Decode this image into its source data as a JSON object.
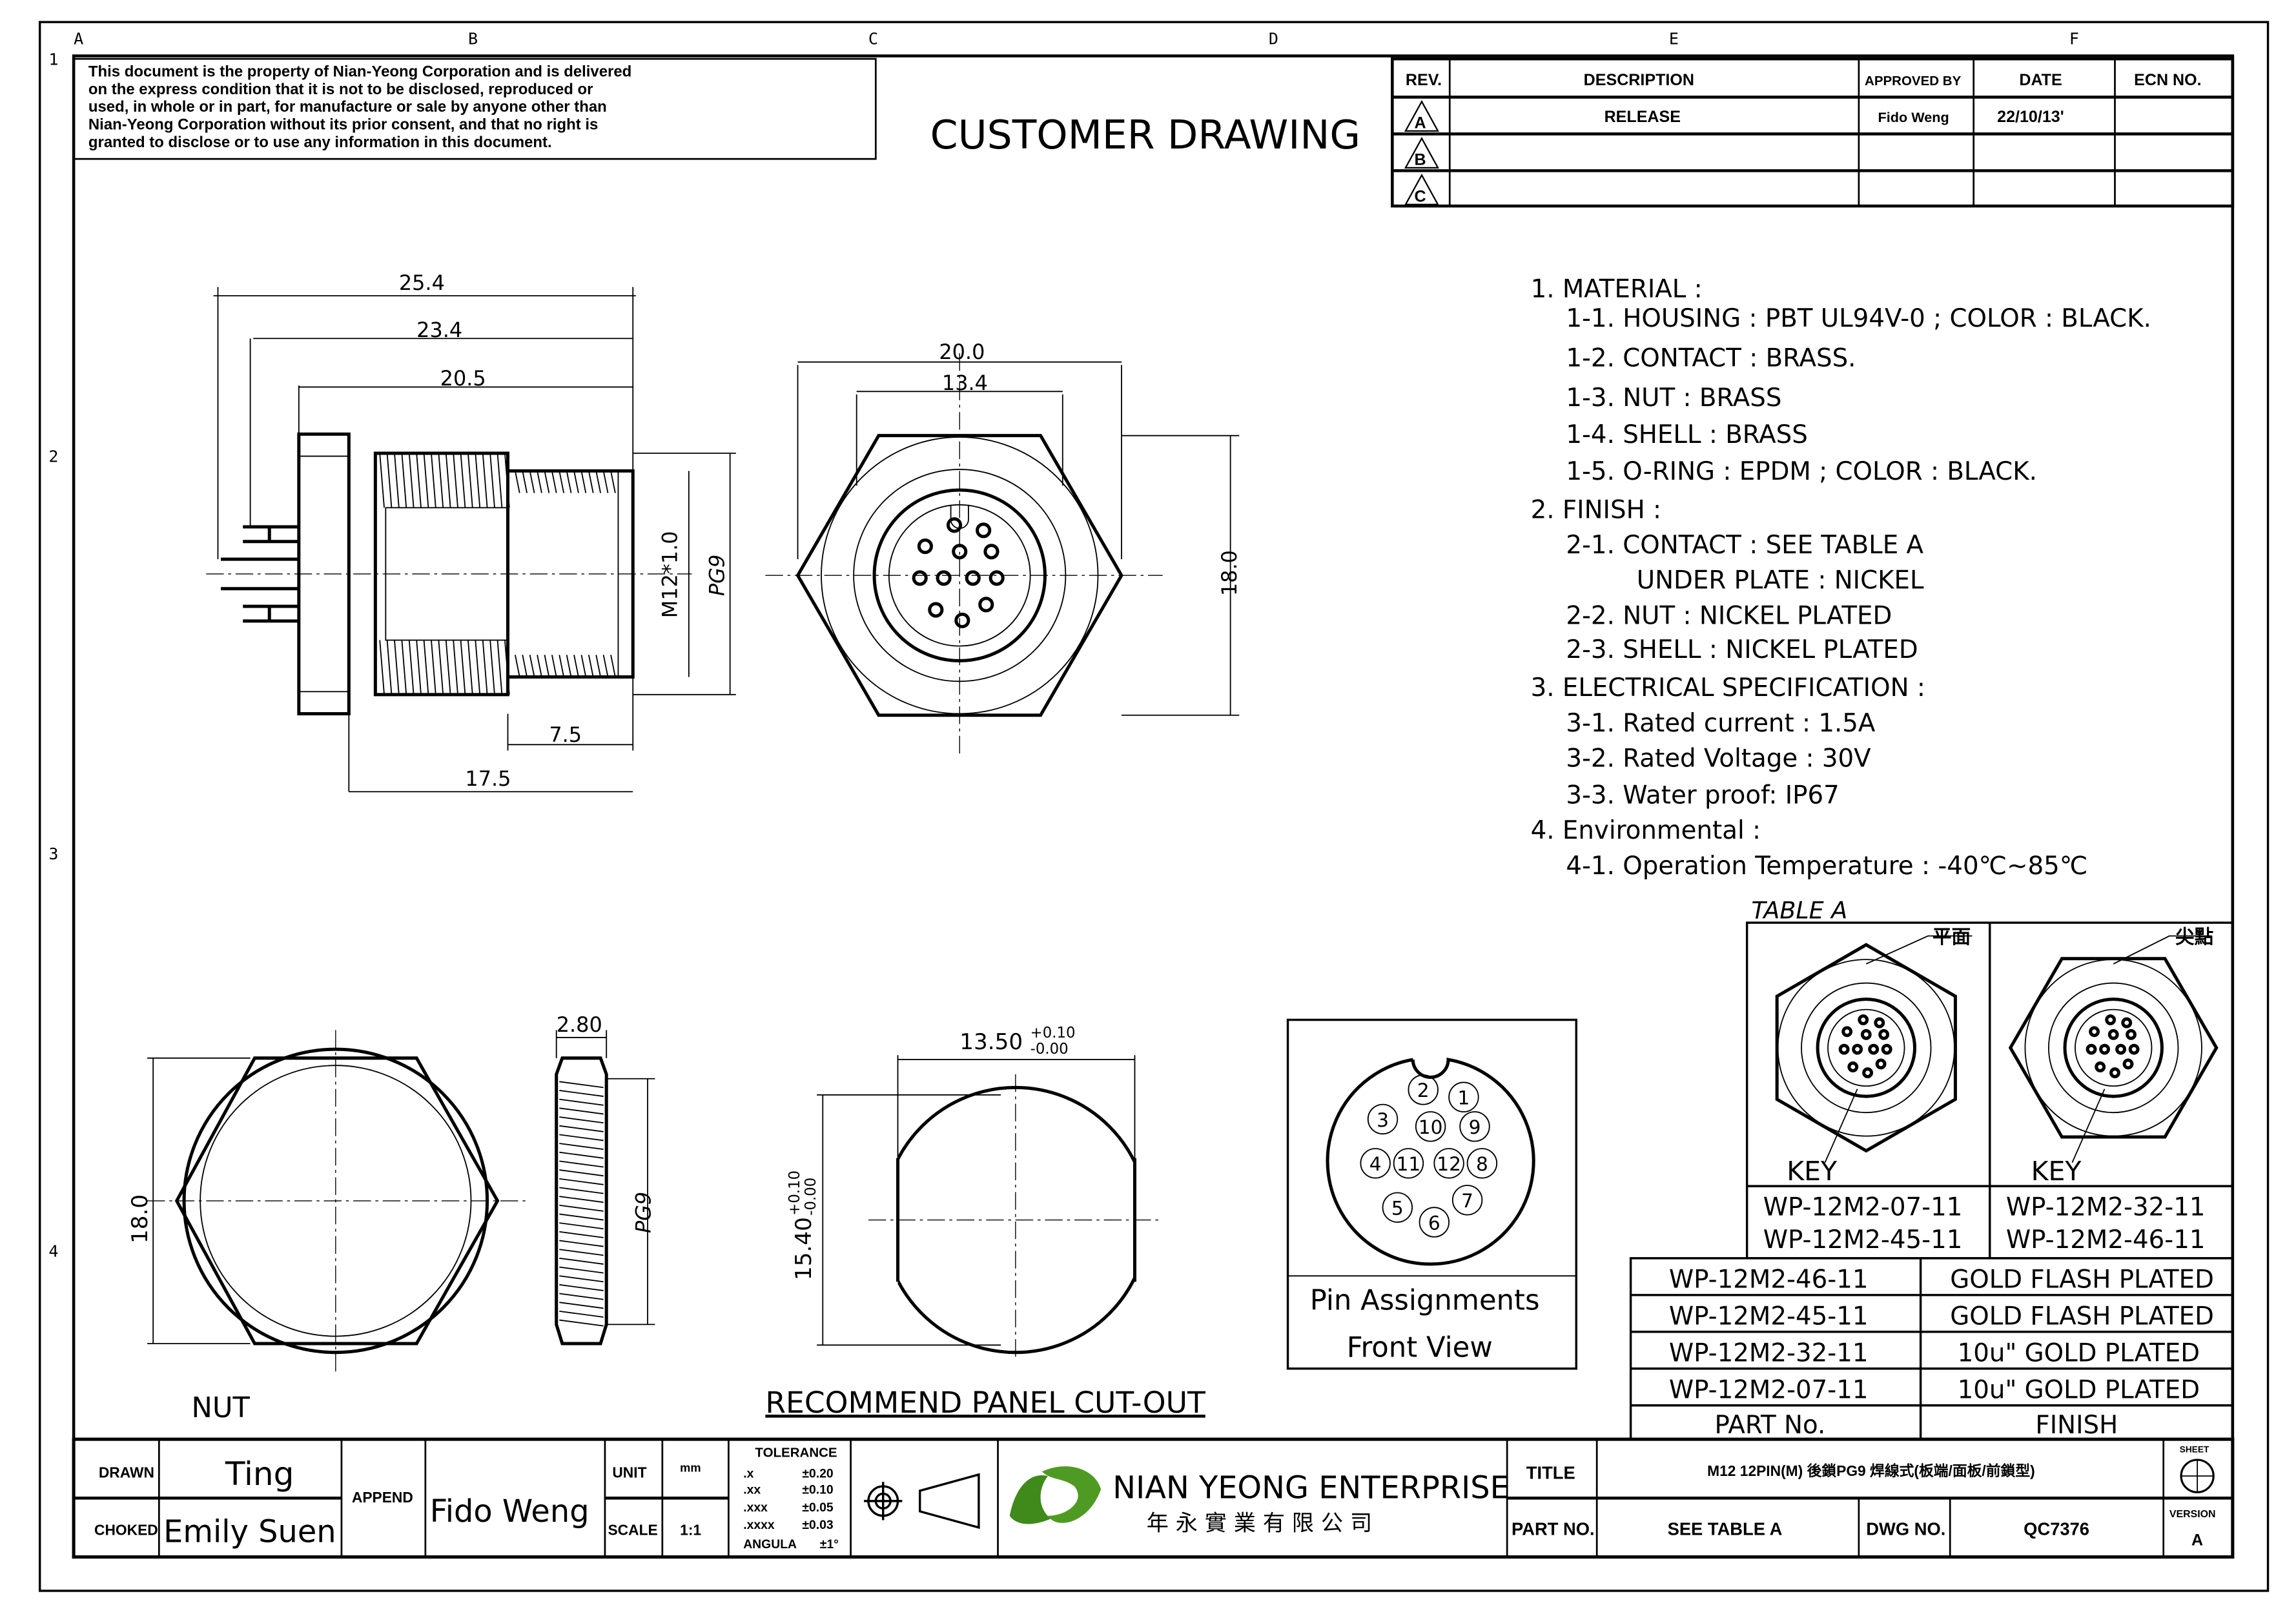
{
  "grid": {
    "cols": [
      "A",
      "B",
      "C",
      "D",
      "E",
      "F"
    ],
    "rows": [
      "1",
      "2",
      "3",
      "4"
    ]
  },
  "notice": [
    "This document is the property of Nian-Yeong Corporation and is delivered",
    "on  the  express condition that it is not to be disclosed, reproduced or",
    "used, in whole or in part, for manufacture or sale by anyone other than",
    "Nian-Yeong Corporation without  its prior consent, and that  no right  is",
    "granted to disclose or to use any information in this  document."
  ],
  "heading": "CUSTOMER  DRAWING",
  "revisions": {
    "headers": [
      "REV.",
      "DESCRIPTION",
      "APPROVED BY",
      "DATE",
      "ECN NO."
    ],
    "rows": [
      {
        "rev": "A",
        "description": "RELEASE",
        "approved": "Fido Weng",
        "date": "22/10/13'",
        "ecn": ""
      },
      {
        "rev": "B",
        "description": "",
        "approved": "",
        "date": "",
        "ecn": ""
      },
      {
        "rev": "C",
        "description": "",
        "approved": "",
        "date": "",
        "ecn": ""
      }
    ]
  },
  "notes": [
    "1. MATERIAL :",
    "1-1. HOUSING : PBT UL94V-0 ; COLOR : BLACK.",
    "1-2. CONTACT : BRASS.",
    "1-3. NUT : BRASS",
    "1-4. SHELL : BRASS",
    "1-5. O-RING : EPDM ; COLOR : BLACK.",
    "2. FINISH :",
    "2-1. CONTACT : SEE TABLE A",
    "UNDER PLATE : NICKEL",
    "2-2. NUT : NICKEL PLATED",
    "2-3. SHELL : NICKEL PLATED",
    "3. ELECTRICAL SPECIFICATION :",
    "3-1. Rated current : 1.5A",
    "3-2. Rated Voltage : 30V",
    "3-3. Water proof: IP67",
    "4. Environmental :",
    "4-1. Operation Temperature : -40℃~85℃"
  ],
  "table_a": {
    "label": "TABLE A",
    "left": {
      "callout": "平面",
      "key": "KEY",
      "parts": [
        "WP-12M2-07-11",
        "WP-12M2-45-11"
      ]
    },
    "right": {
      "callout": "尖點",
      "key": "KEY",
      "parts": [
        "WP-12M2-32-11",
        "WP-12M2-46-11"
      ]
    }
  },
  "part_table": {
    "rows": [
      {
        "part": "WP-12M2-46-11",
        "finish": "GOLD FLASH PLATED"
      },
      {
        "part": "WP-12M2-45-11",
        "finish": "GOLD FLASH PLATED"
      },
      {
        "part": "WP-12M2-32-11",
        "finish": "10u\" GOLD PLATED"
      },
      {
        "part": "WP-12M2-07-11",
        "finish": "10u\" GOLD PLATED"
      }
    ],
    "headers": [
      "PART No.",
      "FINISH"
    ]
  },
  "dims": {
    "side": {
      "d1": "25.4",
      "d2": "23.4",
      "d3": "20.5",
      "thread": "M12*1.0",
      "pg": "PG9",
      "d4": "7.5",
      "d5": "17.5"
    },
    "front": {
      "w1": "20.0",
      "w2": "13.4",
      "h": "18.0"
    },
    "nut": {
      "h": "18.0",
      "t": "2.80",
      "pg": "PG9",
      "label": "NUT"
    },
    "cutout": {
      "w": "13.50",
      "w_tol_plus": "+0.10",
      "w_tol_minus": "-0.00",
      "h": "15.40",
      "h_tol_plus": "+0.10",
      "h_tol_minus": "-0.00",
      "label": "RECOMMEND  PANEL  CUT-OUT"
    }
  },
  "pins": {
    "numbers": [
      "1",
      "2",
      "3",
      "4",
      "5",
      "6",
      "7",
      "8",
      "9",
      "10",
      "11",
      "12"
    ],
    "caption1": "Pin  Assignments",
    "caption2": "Front  View"
  },
  "title_block": {
    "drawn_label": "DRAWN",
    "drawn": "Ting",
    "checked_label": "CHOKED",
    "checked": "Emily  Suen",
    "append_label": "APPEND",
    "append": "Fido  Weng",
    "unit_label": "UNIT",
    "unit": "mm",
    "scale_label": "SCALE",
    "scale": "1:1",
    "tolerance": {
      "title": "TOLERANCE",
      "rows": [
        [
          ".x",
          "±0.20"
        ],
        [
          ".xx",
          "±0.10"
        ],
        [
          ".xxx",
          "±0.05"
        ],
        [
          ".xxxx",
          "±0.03"
        ],
        [
          "ANGULA",
          "±1°"
        ]
      ]
    },
    "company": "NIAN YEONG ENTERPRISE",
    "company_cn": "年 永 實 業 有 限 公 司",
    "title_label": "TITLE",
    "title": "M12  12PIN(M)  後鎖PG9  焊線式(板端/面板/前鎖型)",
    "sheet_label": "SHEET",
    "part_label": "PART NO.",
    "part": "SEE TABLE A",
    "dwg_label": "DWG NO.",
    "dwg": "QC7376",
    "version_label": "VERSION",
    "version": "A"
  },
  "colors": {
    "logo": "#3f8a1a",
    "line": "#000000"
  }
}
